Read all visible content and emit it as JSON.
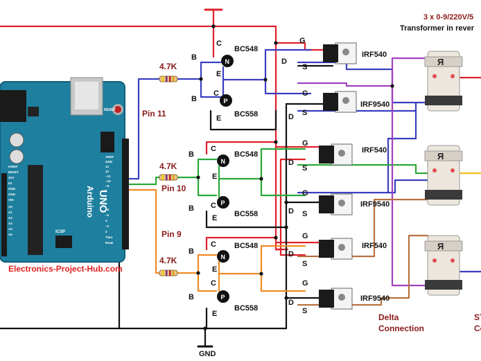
{
  "title": {
    "line1": "3 x 0-9/220V/5",
    "line2": "Transformer in rever"
  },
  "watermark": "Electronics-Project-Hub.com",
  "pins": [
    "Pin 11",
    "Pin 10",
    "Pin 9"
  ],
  "resistor_value": "4.7K",
  "npn": "BC548",
  "pnp": "BC558",
  "mosfet_n": "IRF540",
  "mosfet_p": "IRF9540",
  "terminals": {
    "c": "C",
    "b": "B",
    "e": "E",
    "g": "G",
    "d": "D",
    "s": "S"
  },
  "ground": "GND",
  "delta": {
    "line1": "Delta",
    "line2": "Connection"
  },
  "star": {
    "line1": "ST",
    "line2": "Co"
  },
  "arduino": {
    "brand": "Arduino",
    "model": "UNO",
    "icsp": "ICSP",
    "reset": "RESET",
    "power_pins": [
      "IOREF",
      "RESET",
      "3V3",
      "5V",
      "GND",
      "GND",
      "VIN"
    ],
    "analog_pins": [
      "A0",
      "A1",
      "A2",
      "A3",
      "A4",
      "A5"
    ],
    "digital_top": [
      "AREF",
      "GND",
      "13",
      "12",
      "~11",
      "~10",
      "~9",
      "8"
    ],
    "digital_bottom": [
      "7",
      "~6",
      "~5",
      "4",
      "~3",
      "2",
      "TX▸1",
      "RX◂0"
    ]
  },
  "colors": {
    "red": "#e0202a",
    "black": "#111111",
    "blue": "#3a3ec0",
    "green": "#2aa838",
    "orange": "#f08a24",
    "purple": "#a040c0",
    "brown": "#b87040",
    "yellow": "#f2c218",
    "label": "#8b1a1a",
    "board": "#1f7f9f"
  }
}
